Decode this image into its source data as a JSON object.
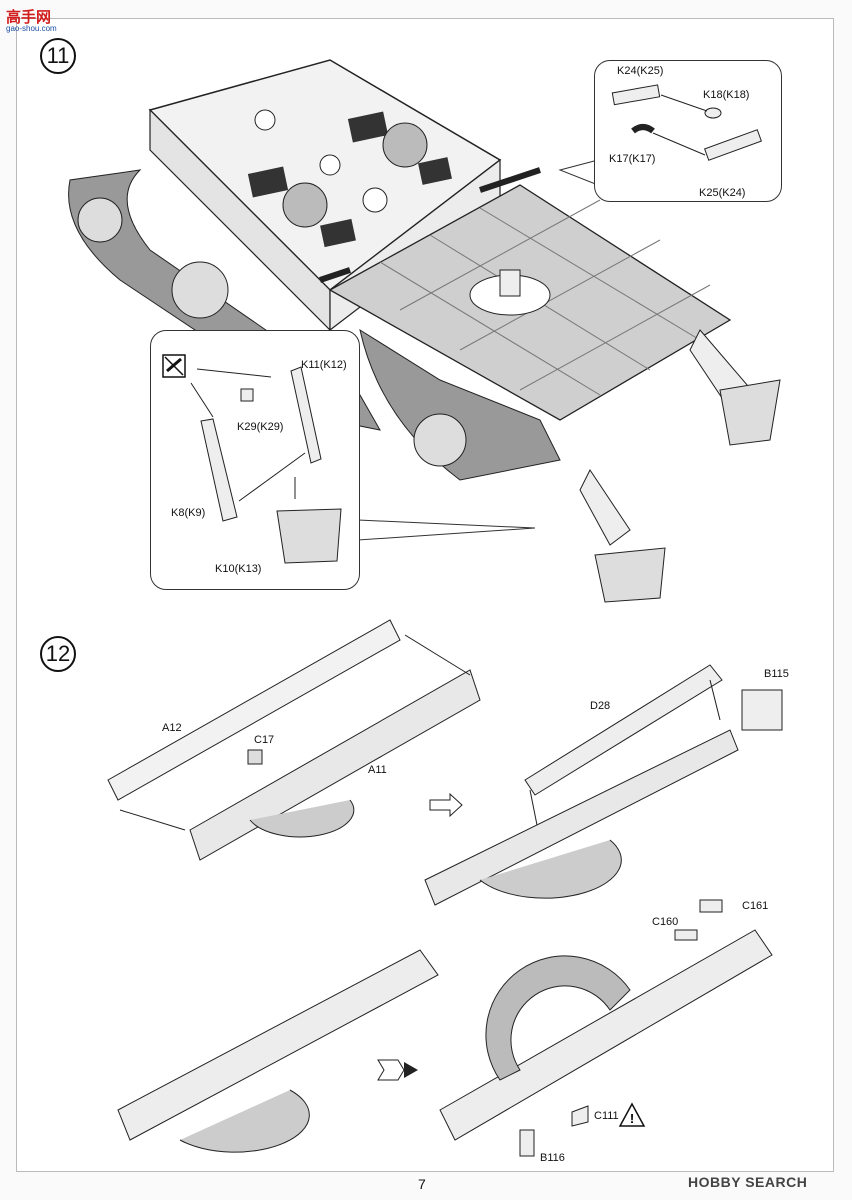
{
  "watermark": {
    "site": "高手网",
    "url": "gao-shou.com",
    "brand": "HOBBY SEARCH"
  },
  "page_number": "7",
  "step11": {
    "number": "11",
    "callout_top": {
      "labels": [
        "K24(K25)",
        "K18(K18)",
        "K17(K17)",
        "K25(K24)"
      ]
    },
    "callout_left": {
      "labels": [
        "K11(K12)",
        "K29(K29)",
        "K8(K9)",
        "K10(K13)"
      ],
      "icon": "no-cement-icon"
    }
  },
  "step12": {
    "number": "12",
    "labels": {
      "a2": "A12",
      "c7": "C17",
      "a1": "A11",
      "d28": "D28",
      "b15": "B115",
      "c60": "C160",
      "c61": "C161",
      "c11": "C111",
      "b16": "B116"
    },
    "warning_icon": "warning-icon"
  }
}
